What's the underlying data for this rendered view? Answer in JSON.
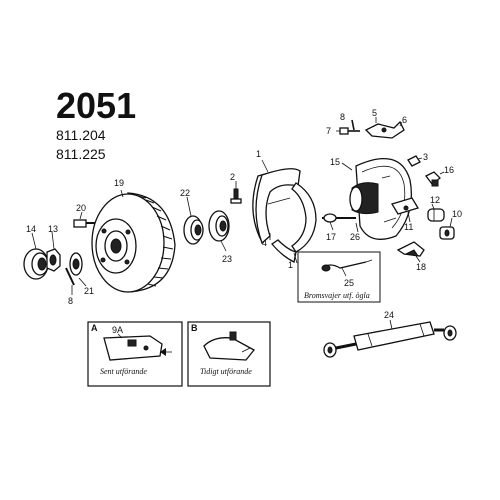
{
  "title": {
    "model": "2051",
    "part_numbers": [
      "811.204",
      "811.225"
    ]
  },
  "callouts": {
    "c1": "1",
    "c1b": "1",
    "c2": "2",
    "c3": "3",
    "c4": "4",
    "c5": "5",
    "c6": "6",
    "c7": "7",
    "c8a": "8",
    "c8b": "8",
    "c10": "10",
    "c11": "11",
    "c12": "12",
    "c13": "13",
    "c14": "14",
    "c15": "15",
    "c16": "16",
    "c17": "17",
    "c18": "18",
    "c19": "19",
    "c20": "20",
    "c21": "21",
    "c22": "22",
    "c23": "23",
    "c24": "24",
    "c25": "25",
    "c26": "26",
    "c9a": "9A"
  },
  "insets": {
    "cable_caption": "Bromsvajer utf. ögla",
    "box_a_letter": "A",
    "box_a_caption": "Sent utförande",
    "box_b_letter": "B",
    "box_b_caption": "Tidigt utförande"
  }
}
